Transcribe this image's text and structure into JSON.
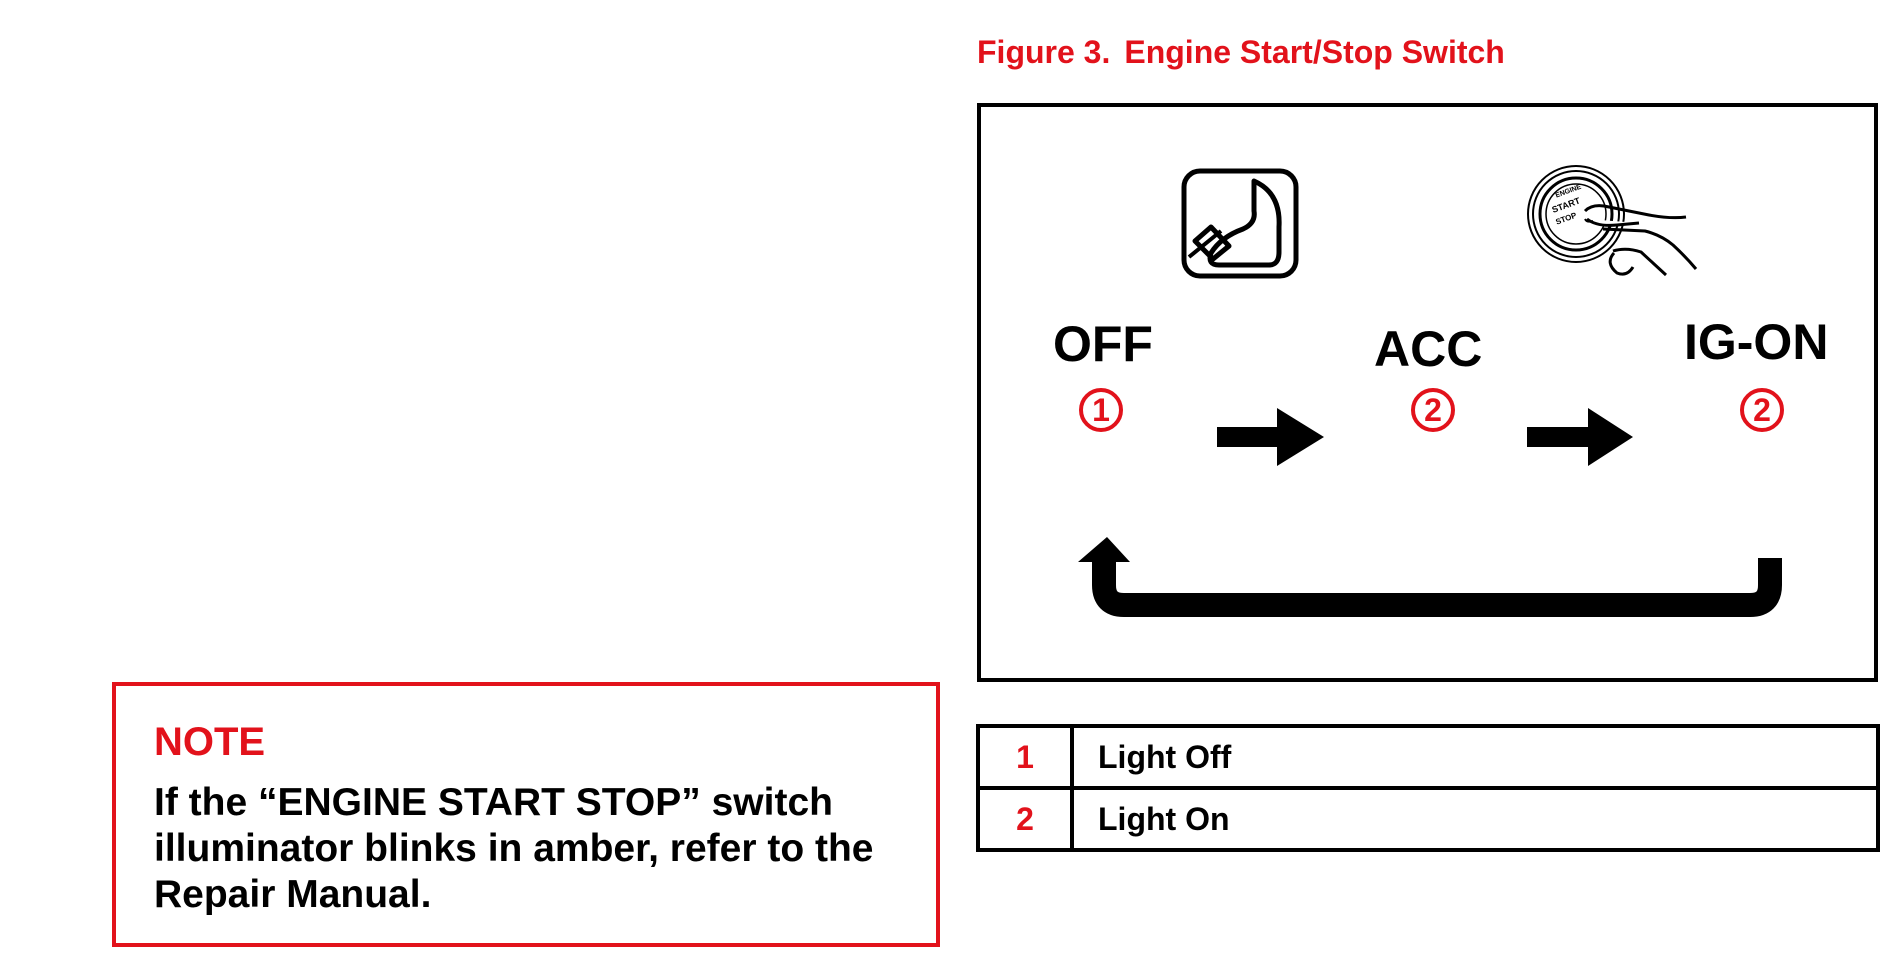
{
  "figure": {
    "label": "Figure 3.",
    "title": "Engine Start/Stop Switch"
  },
  "diagram": {
    "icons": [
      "brake-pedal-icon",
      "hand-pressing-button-icon"
    ],
    "button_text": [
      "ENGINE",
      "START",
      "STOP"
    ],
    "states": [
      {
        "label": "OFF",
        "num": "1"
      },
      {
        "label": "ACC",
        "num": "2"
      },
      {
        "label": "IG-ON",
        "num": "2"
      }
    ],
    "colors": {
      "accent": "#e2121b",
      "line": "#000000"
    }
  },
  "legend": [
    {
      "num": "1",
      "text": "Light Off"
    },
    {
      "num": "2",
      "text": "Light On"
    }
  ],
  "note": {
    "title": "NOTE",
    "text": "If the “ENGINE START STOP” switch illuminator blinks in amber, refer to the Repair Manual."
  }
}
